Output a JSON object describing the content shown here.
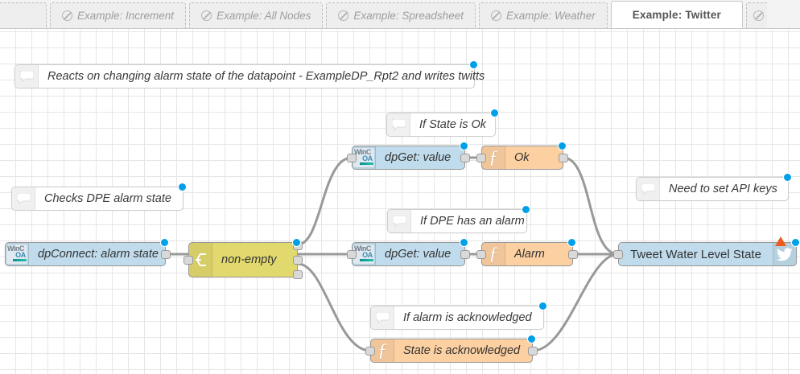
{
  "app": {
    "name": "node-red-flow-editor"
  },
  "tabs": {
    "icon": "no-entry-icon",
    "items": [
      {
        "label": "",
        "active": false,
        "partial": "left"
      },
      {
        "label": "Example: Increment",
        "active": false
      },
      {
        "label": "Example: All Nodes",
        "active": false
      },
      {
        "label": "Example: Spreadsheet",
        "active": false
      },
      {
        "label": "Example: Weather",
        "active": false
      },
      {
        "label": "Example: Twitter",
        "active": true
      },
      {
        "label": "",
        "active": false,
        "partial": "right"
      }
    ]
  },
  "canvas": {
    "grid": {
      "size": 20,
      "color": "#e6e6e6"
    },
    "wire_color": "#999999",
    "comments": [
      {
        "id": "comment-header",
        "text": "Reacts on changing alarm state of the datapoint - ExampleDP_Rpt2 and writes twitts",
        "icon": "comment-icon"
      },
      {
        "id": "comment-checks-dpe",
        "text": "Checks DPE alarm state",
        "icon": "comment-icon"
      },
      {
        "id": "comment-state-ok",
        "text": "If State is Ok",
        "icon": "comment-icon"
      },
      {
        "id": "comment-dpe-alarm",
        "text": "If DPE has an alarm",
        "icon": "comment-icon"
      },
      {
        "id": "comment-alarm-ack",
        "text": "If alarm is acknowledged",
        "icon": "comment-icon"
      },
      {
        "id": "comment-api-keys",
        "text": "Need to set API keys",
        "icon": "comment-icon"
      }
    ],
    "nodes": [
      {
        "id": "dpconnect-alarm-state",
        "label": "dpConnect: alarm state",
        "type": "wincc-oa",
        "icon": "wincc-oa-icon",
        "color": "#c0dcec"
      },
      {
        "id": "switch-non-empty",
        "label": "non-empty",
        "type": "switch",
        "icon": "switch-icon",
        "color": "#e2d96e"
      },
      {
        "id": "dpget-value-ok",
        "label": "dpGet: value",
        "type": "wincc-oa",
        "icon": "wincc-oa-icon",
        "color": "#c0dcec"
      },
      {
        "id": "function-ok",
        "label": "Ok",
        "type": "function",
        "icon": "function-icon",
        "color": "#fdd0a2"
      },
      {
        "id": "dpget-value-alarm",
        "label": "dpGet: value",
        "type": "wincc-oa",
        "icon": "wincc-oa-icon",
        "color": "#c0dcec"
      },
      {
        "id": "function-alarm",
        "label": "Alarm",
        "type": "function",
        "icon": "function-icon",
        "color": "#fdd0a2"
      },
      {
        "id": "function-state-ack",
        "label": "State is acknowledged",
        "type": "function",
        "icon": "function-icon",
        "color": "#fdd0a2"
      },
      {
        "id": "twitter-out",
        "label": "Tweet Water Level State",
        "type": "twitter",
        "icon": "twitter-bird-icon",
        "color": "#c0dcec",
        "status": "warning"
      }
    ]
  },
  "colors": {
    "accent_blue": "#00a0e9",
    "warning_orange": "#eb5c1e",
    "node_blue": "#c0dcec",
    "node_yellow": "#e2d96e",
    "node_orange": "#fdd0a2",
    "wire": "#999999"
  }
}
